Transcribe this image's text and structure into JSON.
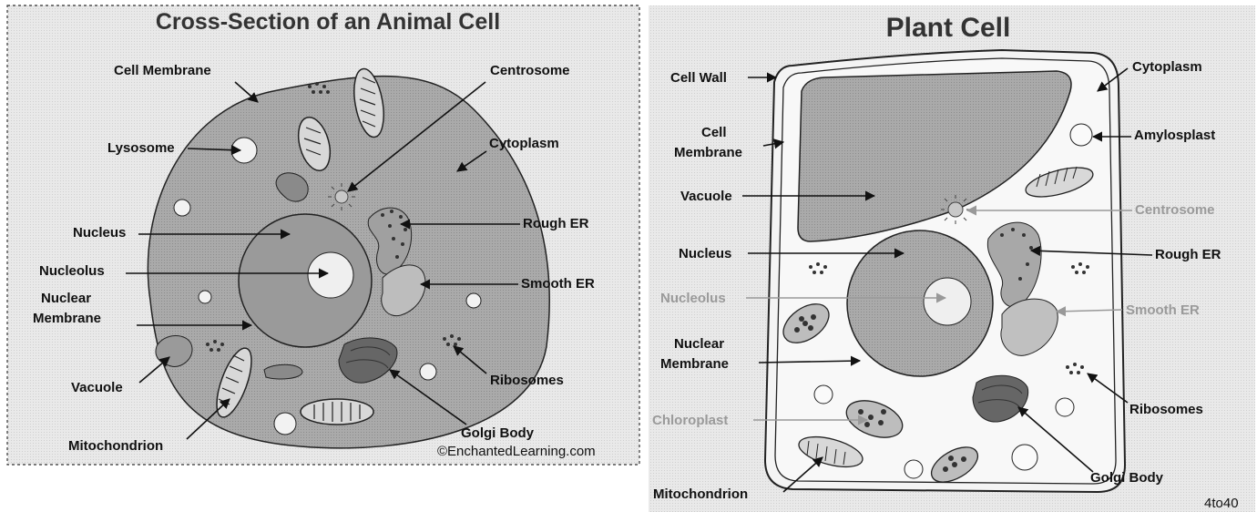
{
  "animal": {
    "title": "Cross-Section of an Animal Cell",
    "credit": "©EnchantedLearning.com",
    "labels": {
      "cell_membrane": "Cell Membrane",
      "lysosome": "Lysosome",
      "nucleus": "Nucleus",
      "nucleolus": "Nucleolus",
      "nuclear_membrane_1": "Nuclear",
      "nuclear_membrane_2": "Membrane",
      "vacuole": "Vacuole",
      "mitochondrion": "Mitochondrion",
      "centrosome": "Centrosome",
      "cytoplasm": "Cytoplasm",
      "rough_er": "Rough ER",
      "smooth_er": "Smooth ER",
      "ribosomes": "Ribosomes",
      "golgi_body": "Golgi Body"
    }
  },
  "plant": {
    "title": "Plant Cell",
    "corner_tag": "4to40",
    "labels": {
      "cell_wall": "Cell Wall",
      "cell_membrane_1": "Cell",
      "cell_membrane_2": "Membrane",
      "vacuole": "Vacuole",
      "nucleus": "Nucleus",
      "nucleolus": "Nucleolus",
      "nuclear_membrane_1": "Nuclear",
      "nuclear_membrane_2": "Membrane",
      "chloroplast": "Chloroplast",
      "mitochondrion": "Mitochondrion",
      "cytoplasm": "Cytoplasm",
      "amyloplast": "Amylosplast",
      "centrosome": "Centrosome",
      "rough_er": "Rough ER",
      "smooth_er": "Smooth ER",
      "ribosomes": "Ribosomes",
      "golgi_body": "Golgi Body"
    }
  },
  "colors": {
    "cell_fill": "#a8a8a8",
    "nucleus_fill": "#8f8f8f",
    "nucleolus_fill": "#efefef",
    "vacuole_fill": "#9a9a9a",
    "organelle_dark": "#555555",
    "plant_inner": "#f4f4f4"
  }
}
